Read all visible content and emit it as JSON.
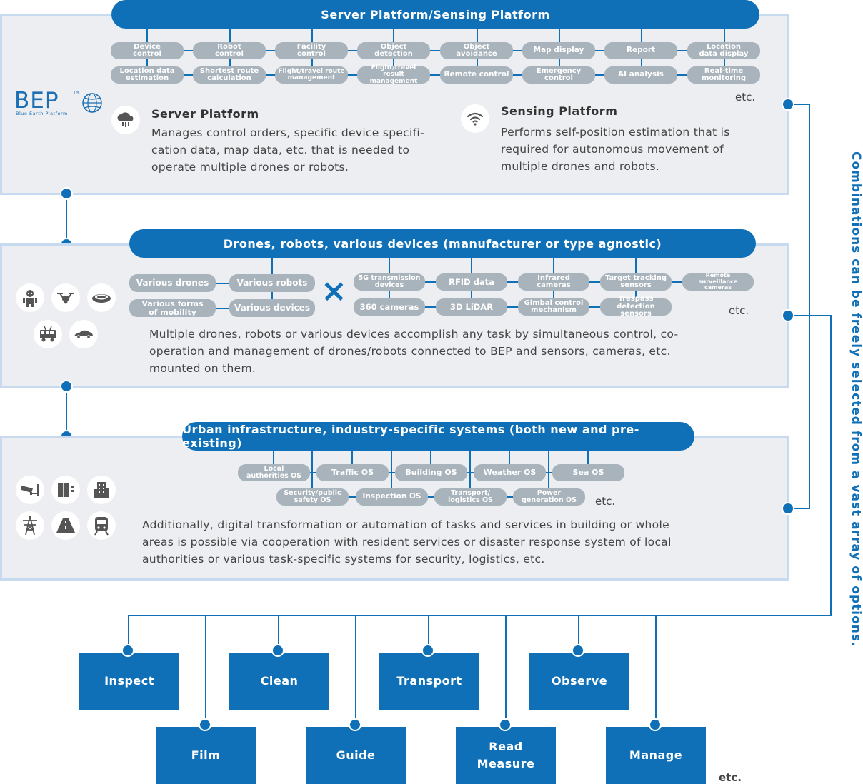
{
  "colors": {
    "accent": "#0f70b7",
    "panel": "#eceef1",
    "panel_border": "#c7daef",
    "pill": "#a8b3bb"
  },
  "server": {
    "banner": "Server Platform/Sensing Platform",
    "pills_row1": [
      "Device\ncontrol",
      "Robot\ncontrol",
      "Facility\ncontrol",
      "Object\ndetection",
      "Object\navoidance",
      "Map display",
      "Report",
      "Location\ndata display"
    ],
    "pills_row2": [
      "Location data\nestimation",
      "Shortest route\ncalculation",
      "Flight/travel route\nmanagement",
      "Flight/travel\nresult management",
      "Remote control",
      "Emergency\ncontrol",
      "AI analysis",
      "Real-time\nmonitoring"
    ],
    "etc": "etc.",
    "logo_text": "BEP",
    "logo_sub": "Blue Earth Platform",
    "logo_tm": "TM",
    "server_heading": "Server Platform",
    "server_desc": "Manages control orders, specific device specifi-\ncation data, map data, etc. that is needed to\noperate multiple drones or robots.",
    "sensing_heading": "Sensing Platform",
    "sensing_desc": "Performs self-position estimation that is\nrequired for autonomous movement of\nmultiple drones and robots.",
    "icons": [
      "cloud-icon",
      "wifi-icon"
    ]
  },
  "devices": {
    "banner": "Drones, robots, various devices (manufacturer or type agnostic)",
    "left_pills": [
      "Various drones",
      "Various robots",
      "Various forms\nof mobility",
      "Various devices"
    ],
    "cross": "×",
    "right_row1": [
      "5G transmission\ndevices",
      "RFID data",
      "Infrared\ncameras",
      "Target tracking\nsensors",
      "Remote\nsurveillance cameras"
    ],
    "right_row2": [
      "360 cameras",
      "3D LiDAR",
      "Gimbal control\nmechanism",
      "Trespass\ndetection sensors"
    ],
    "etc": "etc.",
    "desc": "Multiple drones, robots or various devices accomplish any task by simultaneous control, co-\noperation and management of drones/robots connected to BEP and sensors, cameras, etc.\nmounted on them.",
    "icons": [
      "robot-icon",
      "drone-icon",
      "robot-vacuum-icon",
      "bus-icon",
      "car-icon"
    ]
  },
  "infra": {
    "banner": "Urban infrastructure, industry-specific systems (both new and pre-existing)",
    "row1": [
      "Local\nauthorities OS",
      "Traffic OS",
      "Building OS",
      "Weather OS",
      "Sea OS"
    ],
    "row2": [
      "Security/public\nsafety OS",
      "Inspection OS",
      "Transport/\nlogistics OS",
      "Power\ngeneration OS"
    ],
    "etc": "etc.",
    "desc": "Additionally, digital transformation or automation of tasks and services in building or whole\nareas is possible via cooperation with resident services or disaster response system of local\nauthorities or various task-specific systems for security, logistics, etc.",
    "icons": [
      "security-camera-icon",
      "elevator-icon",
      "building-icon",
      "power-tower-icon",
      "road-icon",
      "train-icon"
    ]
  },
  "side_text": "Combinations can be freely selected from a vast array of options.",
  "tasks_top": [
    "Inspect",
    "Clean",
    "Transport",
    "Observe"
  ],
  "tasks_bottom": [
    "Film",
    "Guide",
    "Read\nMeasure",
    "Manage"
  ],
  "tasks_etc": "etc."
}
